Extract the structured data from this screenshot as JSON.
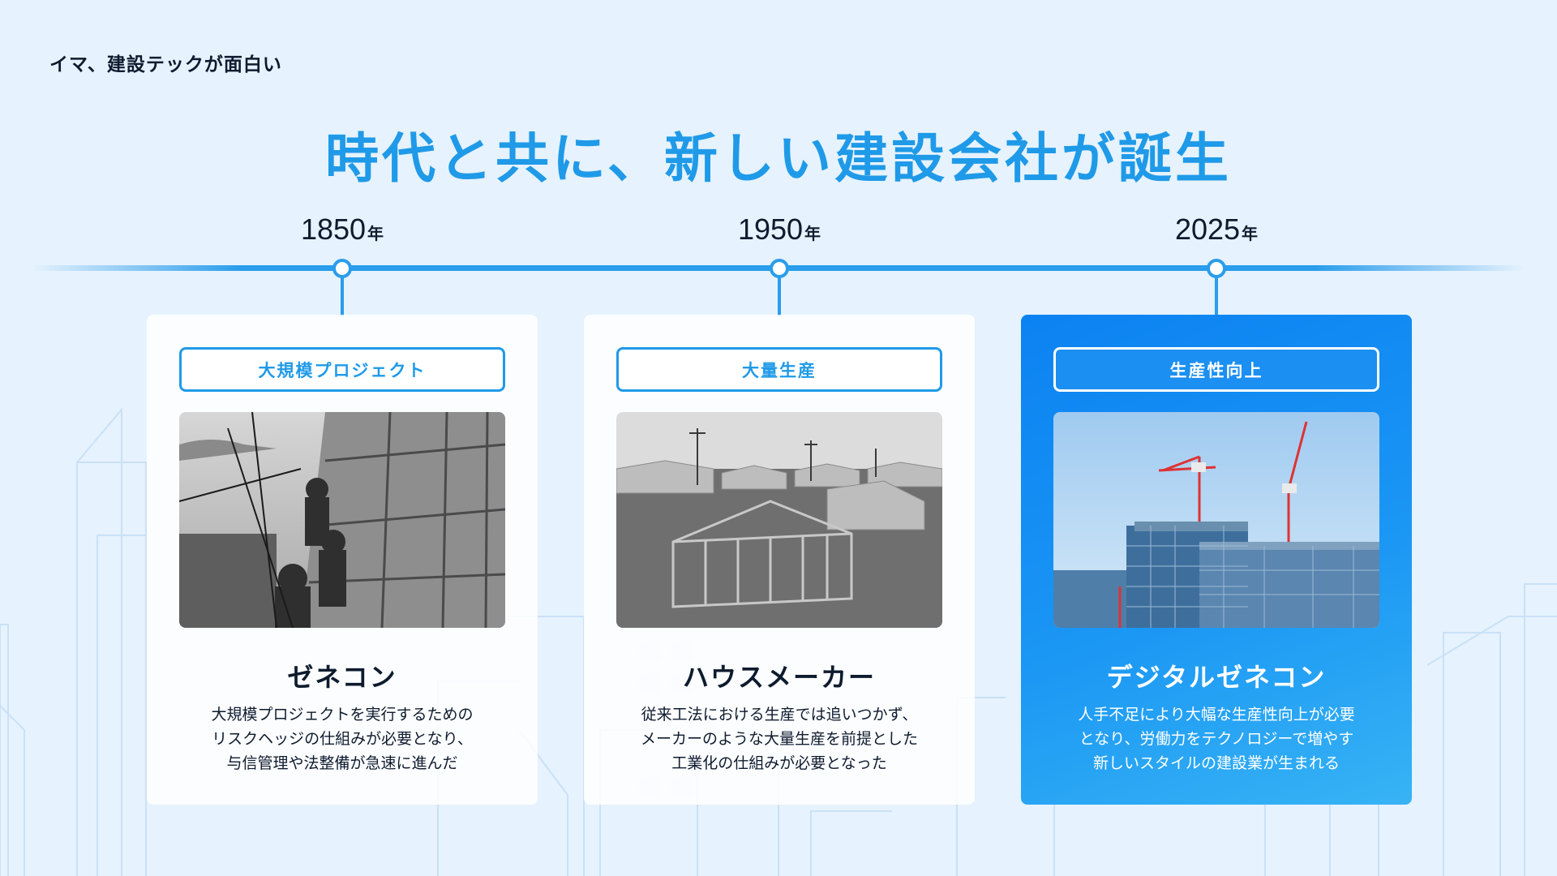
{
  "header": {
    "eyebrow": "イマ、建設テックが面白い",
    "title": "時代と共に、新しい建設会社が誕生"
  },
  "timeline": [
    {
      "year": "1850",
      "unit": "年",
      "tag": "大規模プロジェクト",
      "title": "ゼネコン",
      "desc": [
        "大規模プロジェクトを実行するための",
        "リスクヘッジの仕組みが必要となり、",
        "与信管理や法整備が急速に進んだ"
      ],
      "photo_alt": "black-and-white photo of workers building a stone wall"
    },
    {
      "year": "1950",
      "unit": "年",
      "tag": "大量生産",
      "title": "ハウスメーカー",
      "desc": [
        "従来工法における生産では追いつかず、",
        "メーカーのような大量生産を前提とした",
        "工業化の仕組みが必要となった"
      ],
      "photo_alt": "black-and-white photo of a housing development with timber frames"
    },
    {
      "year": "2025",
      "unit": "年",
      "tag": "生産性向上",
      "title": "デジタルゼネコン",
      "desc": [
        "人手不足により大幅な生産性向上が必要",
        "となり、労働力をテクノロジーで増やす",
        "新しいスタイルの建設業が生まれる"
      ],
      "photo_alt": "color photo of a high-rise under construction with tower cranes"
    }
  ],
  "colors": {
    "accent": "#1f9ae8",
    "background": "#e6f2fd",
    "text": "#0e1b2e",
    "active_card": "#0c82f2"
  }
}
